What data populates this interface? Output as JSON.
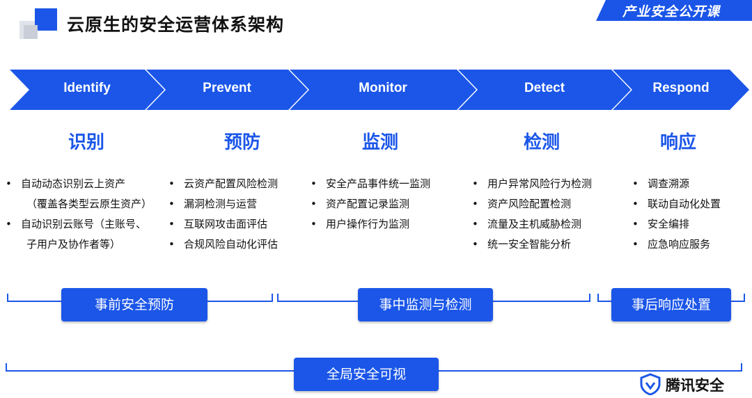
{
  "header": {
    "title": "云原生的安全运营体系架构",
    "banner": "产业安全公开课"
  },
  "stages": [
    {
      "en": "Identify",
      "cn": "识别",
      "items": [
        {
          "text": "自动动态识别云上资产",
          "bullet": true
        },
        {
          "text": "（覆盖各类型云原生资产）",
          "bullet": false
        },
        {
          "text": "自动识别云账号（主账号、",
          "bullet": true
        },
        {
          "text": "子用户及协作者等）",
          "bullet": false
        }
      ]
    },
    {
      "en": "Prevent",
      "cn": "预防",
      "items": [
        {
          "text": "云资产配置风险检测",
          "bullet": true
        },
        {
          "text": "漏洞检测与运营",
          "bullet": true
        },
        {
          "text": "互联网攻击面评估",
          "bullet": true
        },
        {
          "text": "合规风险自动化评估",
          "bullet": true
        }
      ]
    },
    {
      "en": "Monitor",
      "cn": "监测",
      "items": [
        {
          "text": "安全产品事件统一监测",
          "bullet": true
        },
        {
          "text": "资产配置记录监测",
          "bullet": true
        },
        {
          "text": "用户操作行为监测",
          "bullet": true
        }
      ]
    },
    {
      "en": "Detect",
      "cn": "检测",
      "items": [
        {
          "text": "用户异常风险行为检测",
          "bullet": true
        },
        {
          "text": "资产风险配置检测",
          "bullet": true
        },
        {
          "text": "流量及主机威胁检测",
          "bullet": true
        },
        {
          "text": "统一安全智能分析",
          "bullet": true
        }
      ]
    },
    {
      "en": "Respond",
      "cn": "响应",
      "items": [
        {
          "text": "调查溯源",
          "bullet": true
        },
        {
          "text": "联动自动化处置",
          "bullet": true
        },
        {
          "text": "安全编排",
          "bullet": true
        },
        {
          "text": "应急响应服务",
          "bullet": true
        }
      ]
    }
  ],
  "phases": {
    "pre": "事前安全预防",
    "mid": "事中监测与检测",
    "post": "事后响应处置",
    "global": "全局安全可视"
  },
  "brand": {
    "name": "腾讯安全"
  },
  "colors": {
    "accent": "#1b56e8"
  }
}
